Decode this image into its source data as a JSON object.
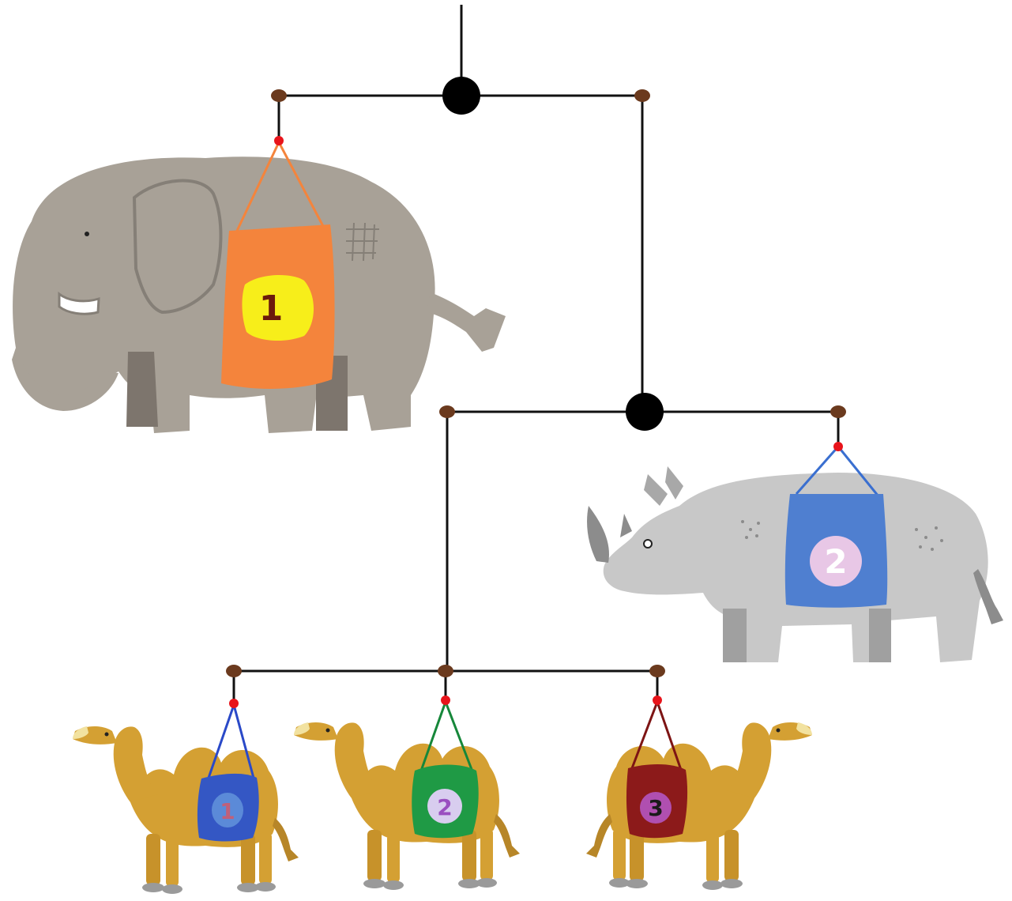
{
  "colors": {
    "rod": "#111111",
    "hub": "#000000",
    "rod_end": "#6b3a1e",
    "hook": "#e8141b",
    "background": "#ffffff"
  },
  "animals": [
    {
      "kind": "elephant",
      "label": "1",
      "bag_color": "#f4843c",
      "patch_color": "#f7ee1a",
      "label_color": "#6b1a0c",
      "strap_color": "#f4843c",
      "icon": "elephant-icon"
    },
    {
      "kind": "rhino",
      "label": "2",
      "bag_color": "#4f7fd0",
      "patch_color": "#e8c7e6",
      "label_color": "#ffffff",
      "strap_color": "#3a6fd0",
      "icon": "rhino-icon"
    },
    {
      "kind": "camel",
      "label": "1",
      "bag_color": "#3457c4",
      "patch_color": "#5b8ad8",
      "label_color": "#c0607a",
      "strap_color": "#2a49c8",
      "icon": "camel-icon"
    },
    {
      "kind": "camel",
      "label": "2",
      "bag_color": "#1f9a45",
      "patch_color": "#d8cdef",
      "label_color": "#9a4fc0",
      "strap_color": "#16873a",
      "icon": "camel-icon"
    },
    {
      "kind": "camel",
      "label": "3",
      "bag_color": "#8c1a1a",
      "patch_color": "#b04fb0",
      "label_color": "#1a1a1a",
      "strap_color": "#7d1414",
      "icon": "camel-icon"
    }
  ]
}
